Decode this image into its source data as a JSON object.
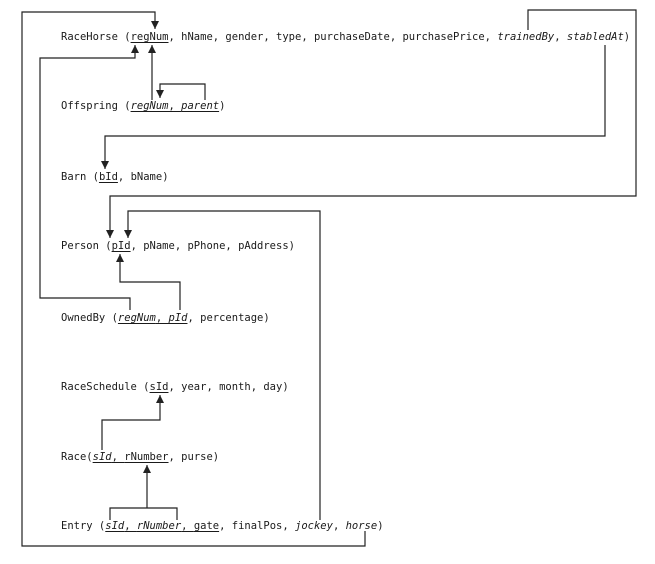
{
  "relations": [
    {
      "id": "racehorse",
      "name": "RaceHorse",
      "open": " (",
      "close": ")",
      "attributes": [
        {
          "text": "regNum",
          "key": true,
          "foreign": false
        },
        {
          "text": "hName",
          "key": false,
          "foreign": false
        },
        {
          "text": "gender",
          "key": false,
          "foreign": false
        },
        {
          "text": "type",
          "key": false,
          "foreign": false
        },
        {
          "text": "purchaseDate",
          "key": false,
          "foreign": false
        },
        {
          "text": "purchasePrice",
          "key": false,
          "foreign": false
        },
        {
          "text": "trainedBy",
          "key": false,
          "foreign": true
        },
        {
          "text": "stabledAt",
          "key": false,
          "foreign": true
        }
      ]
    },
    {
      "id": "offspring",
      "name": "Offspring",
      "open": " (",
      "close": ")",
      "attributes": [
        {
          "text": "regNum",
          "key": true,
          "foreign": true
        },
        {
          "text": "parent",
          "key": true,
          "foreign": true
        }
      ]
    },
    {
      "id": "barn",
      "name": "Barn",
      "open": " (",
      "close": ")",
      "attributes": [
        {
          "text": "bId",
          "key": true,
          "foreign": false
        },
        {
          "text": "bName",
          "key": false,
          "foreign": false
        }
      ]
    },
    {
      "id": "person",
      "name": "Person",
      "open": " (",
      "close": ")",
      "attributes": [
        {
          "text": "pId",
          "key": true,
          "foreign": false
        },
        {
          "text": "pName",
          "key": false,
          "foreign": false
        },
        {
          "text": "pPhone",
          "key": false,
          "foreign": false
        },
        {
          "text": "pAddress",
          "key": false,
          "foreign": false
        }
      ]
    },
    {
      "id": "ownedby",
      "name": "OwnedBy",
      "open": " (",
      "close": ")",
      "attributes": [
        {
          "text": "regNum",
          "key": true,
          "foreign": true
        },
        {
          "text": "pId",
          "key": true,
          "foreign": true
        },
        {
          "text": "percentage",
          "key": false,
          "foreign": false
        }
      ]
    },
    {
      "id": "raceschedule",
      "name": "RaceSchedule",
      "open": " (",
      "close": ")",
      "attributes": [
        {
          "text": "sId",
          "key": true,
          "foreign": false
        },
        {
          "text": "year",
          "key": false,
          "foreign": false
        },
        {
          "text": "month",
          "key": false,
          "foreign": false
        },
        {
          "text": "day",
          "key": false,
          "foreign": false
        }
      ]
    },
    {
      "id": "race",
      "name": "Race",
      "open": "(",
      "close": ")",
      "attributes": [
        {
          "text": "sId",
          "key": true,
          "foreign": true
        },
        {
          "text": "rNumber",
          "key": true,
          "foreign": false
        },
        {
          "text": "purse",
          "key": false,
          "foreign": false
        }
      ]
    },
    {
      "id": "entry",
      "name": "Entry",
      "open": " (",
      "close": ")",
      "attributes": [
        {
          "text": "sId",
          "key": true,
          "foreign": true
        },
        {
          "text": "rNumber",
          "key": true,
          "foreign": true
        },
        {
          "text": "gate",
          "key": true,
          "foreign": false
        },
        {
          "text": "finalPos",
          "key": false,
          "foreign": false
        },
        {
          "text": "jockey",
          "key": false,
          "foreign": true
        },
        {
          "text": "horse",
          "key": false,
          "foreign": true
        }
      ]
    }
  ],
  "references": [
    {
      "from": "Offspring.regNum",
      "to": "RaceHorse.regNum"
    },
    {
      "from": "Offspring.parent",
      "to": "Offspring.regNum"
    },
    {
      "from": "RaceHorse.trainedBy",
      "to": "Person.pId"
    },
    {
      "from": "RaceHorse.stabledAt",
      "to": "Barn.bId"
    },
    {
      "from": "OwnedBy.regNum",
      "to": "RaceHorse.regNum"
    },
    {
      "from": "OwnedBy.pId",
      "to": "Person.pId"
    },
    {
      "from": "Race.sId",
      "to": "RaceSchedule.sId"
    },
    {
      "from": "Entry.sId, rNumber",
      "to": "Race.sId, rNumber"
    },
    {
      "from": "Entry.jockey",
      "to": "Person.pId"
    },
    {
      "from": "Entry.horse",
      "to": "RaceHorse.regNum"
    }
  ]
}
